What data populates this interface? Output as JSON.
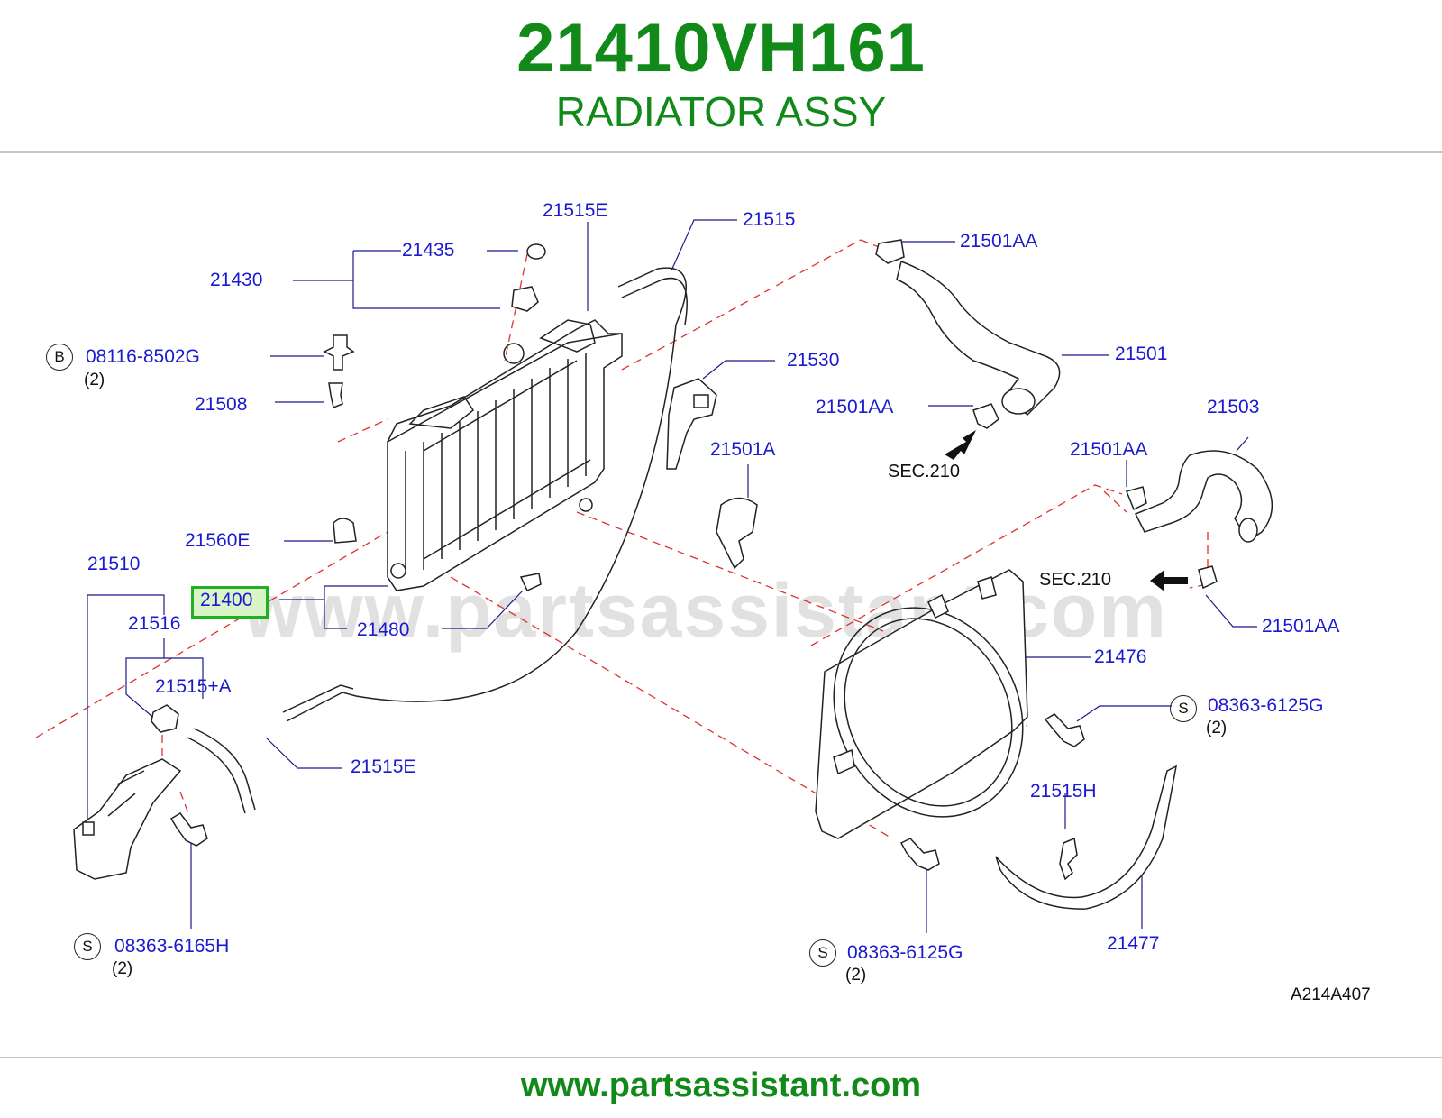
{
  "header": {
    "part_number": "21410VH161",
    "part_name": "RADIATOR ASSY"
  },
  "footer": {
    "url": "www.partsassistant.com"
  },
  "watermark": "www.partsassistant.com",
  "diagram_code": "A214A407",
  "highlighted_part": "21400",
  "callouts": {
    "p21515E_top": "21515E",
    "p21515": "21515",
    "p21435": "21435",
    "p21430": "21430",
    "p21501AA_1": "21501AA",
    "p08116": "08116-8502G",
    "p21508": "21508",
    "p21530": "21530",
    "p21501": "21501",
    "p21501AA_2": "21501AA",
    "p21503": "21503",
    "p21501A": "21501A",
    "p21501AA_3": "21501AA",
    "p21560E": "21560E",
    "p21510": "21510",
    "p21400": "21400",
    "p21516": "21516",
    "p21480": "21480",
    "p21501AA_4": "21501AA",
    "p21476": "21476",
    "p21515A": "21515+A",
    "p08363_6125G_1": "08363-6125G",
    "p21515E_bottom": "21515E",
    "p21515H": "21515H",
    "p08363_6165H": "08363-6165H",
    "p08363_6125G_2": "08363-6125G",
    "p21477": "21477"
  },
  "quantities": {
    "q1": "(2)",
    "q2": "(2)",
    "q3": "(2)",
    "q4": "(2)"
  },
  "symbols": {
    "b": "B",
    "s1": "S",
    "s2": "S",
    "s3": "S"
  },
  "sections": {
    "sec1": "SEC.210",
    "sec2": "SEC.210"
  },
  "colors": {
    "brand_green": "#118a1a",
    "callout_blue": "#1a1ad0",
    "dashed_red": "#e03030"
  }
}
